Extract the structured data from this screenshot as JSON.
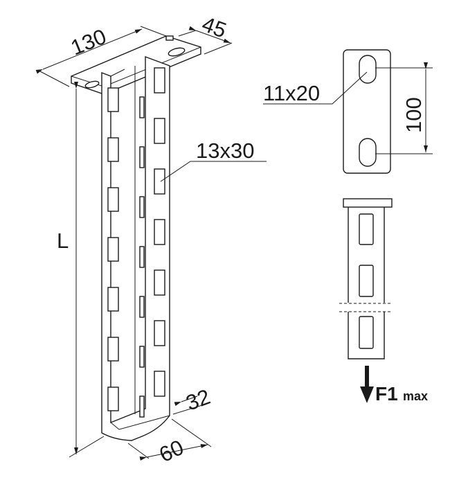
{
  "drawing": {
    "dimensions": {
      "width": "130",
      "depth": "45",
      "length": "L",
      "slot_channel": "13x30",
      "flange": "32",
      "channel_width": "60",
      "slot_plate": "11x20",
      "slot_spacing": "100"
    },
    "load": {
      "label": "F1",
      "subscript": "max"
    }
  }
}
